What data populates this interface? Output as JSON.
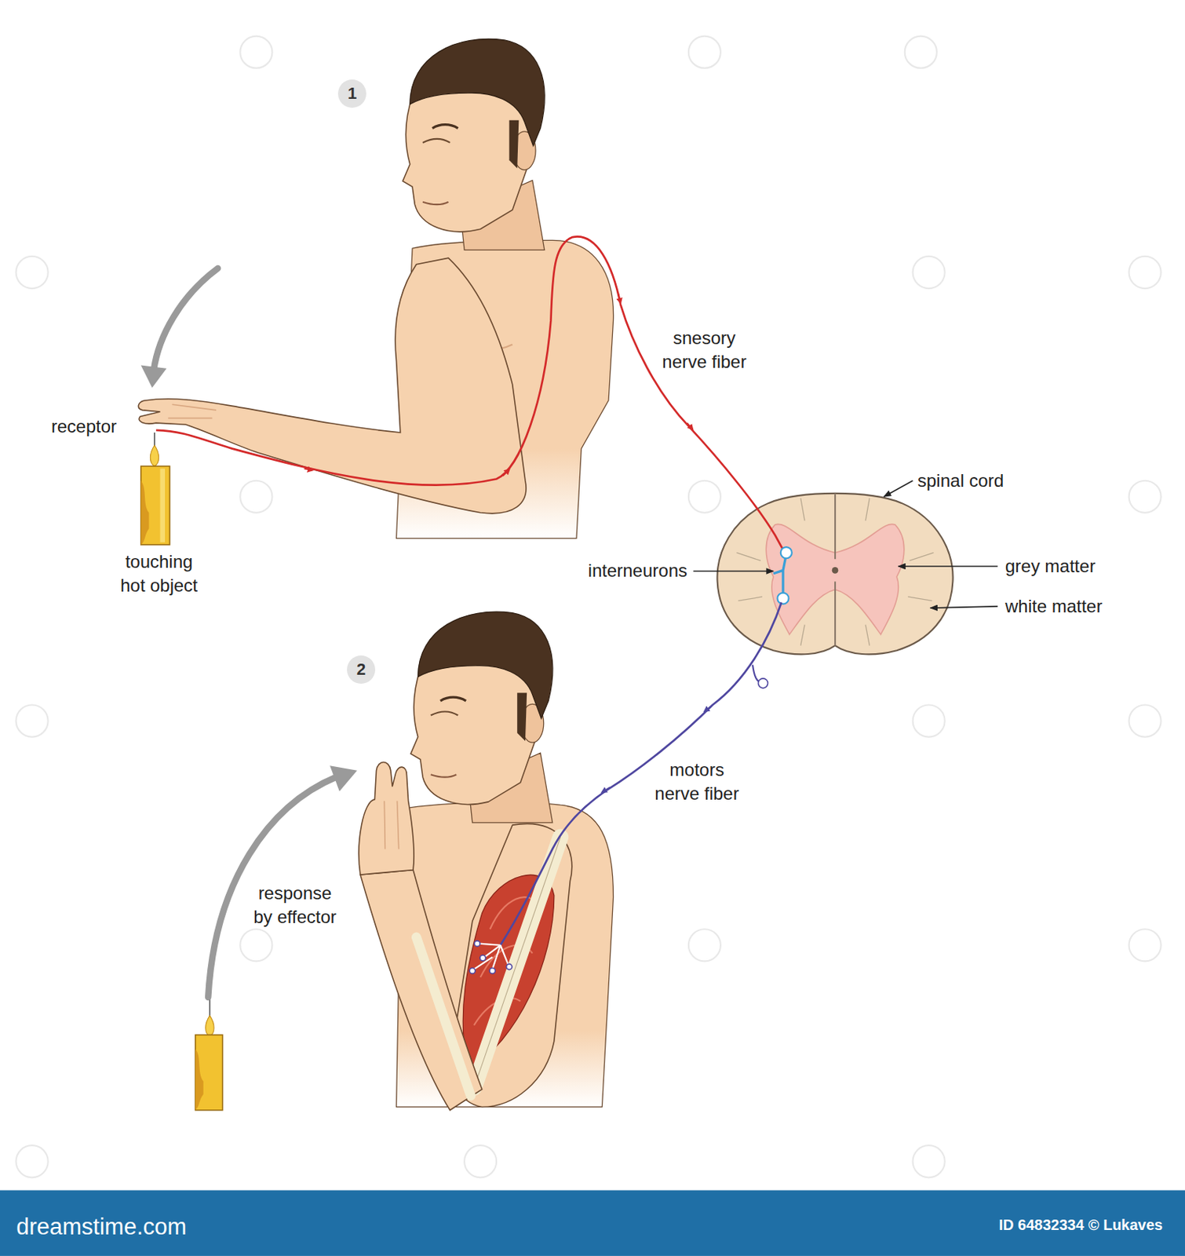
{
  "diagram": {
    "nodes": [
      {
        "text": [
          "1"
        ]
      },
      {
        "text": [
          "2"
        ]
      }
    ],
    "labels": [
      "receptor",
      "touching hot object",
      "snesory nerve fiber",
      "spinal cord",
      "interneurons",
      "grey matter",
      "white matter",
      "motors nerve fiber",
      "response by effector",
      "dreamstime.com",
      "ID 64832334 © Lukaves"
    ]
  }
}
